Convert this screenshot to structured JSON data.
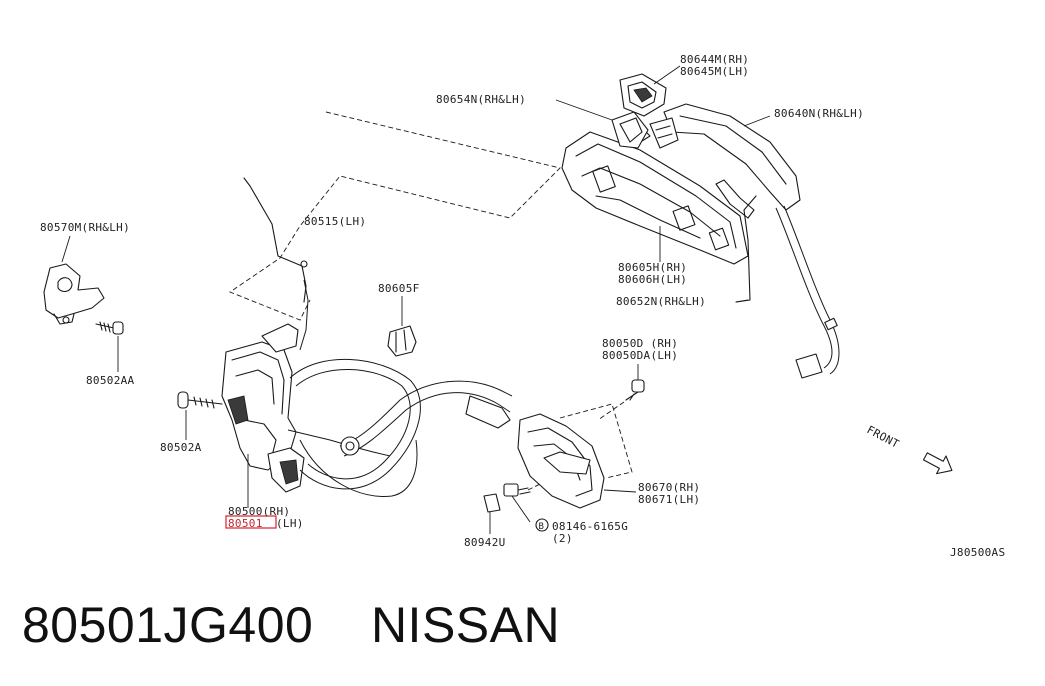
{
  "labels": {
    "p80644m": "80644M(RH)",
    "p80645m": "80645M(LH)",
    "p80654n": "80654N(RH&LH)",
    "p80640n": "80640N(RH&LH)",
    "p80570m": "80570M(RH&LH)",
    "p80515": "80515(LH)",
    "p80605f": "80605F",
    "p80605h": "80605H(RH)",
    "p80606h": "80606H(LH)",
    "p80652n": "80652N(RH&LH)",
    "p80502aa": "80502AA",
    "p80050d": "80050D (RH)",
    "p80050da": "80050DA(LH)",
    "p80502a": "80502A",
    "p80670": "80670(RH)",
    "p80671": "80671(LH)",
    "p80500": "80500(RH)",
    "p80501": "80501",
    "p80501_side": "(LH)",
    "p08146": "08146-6165G",
    "p08146_qty": "(2)",
    "bolt_symbol": "B",
    "p80942u": "80942U",
    "front": "FRONT",
    "diagram_code": "J80500AS"
  },
  "highlight_color": "#e0303a",
  "caption": {
    "part_number": "80501JG400",
    "brand": "NISSAN"
  }
}
